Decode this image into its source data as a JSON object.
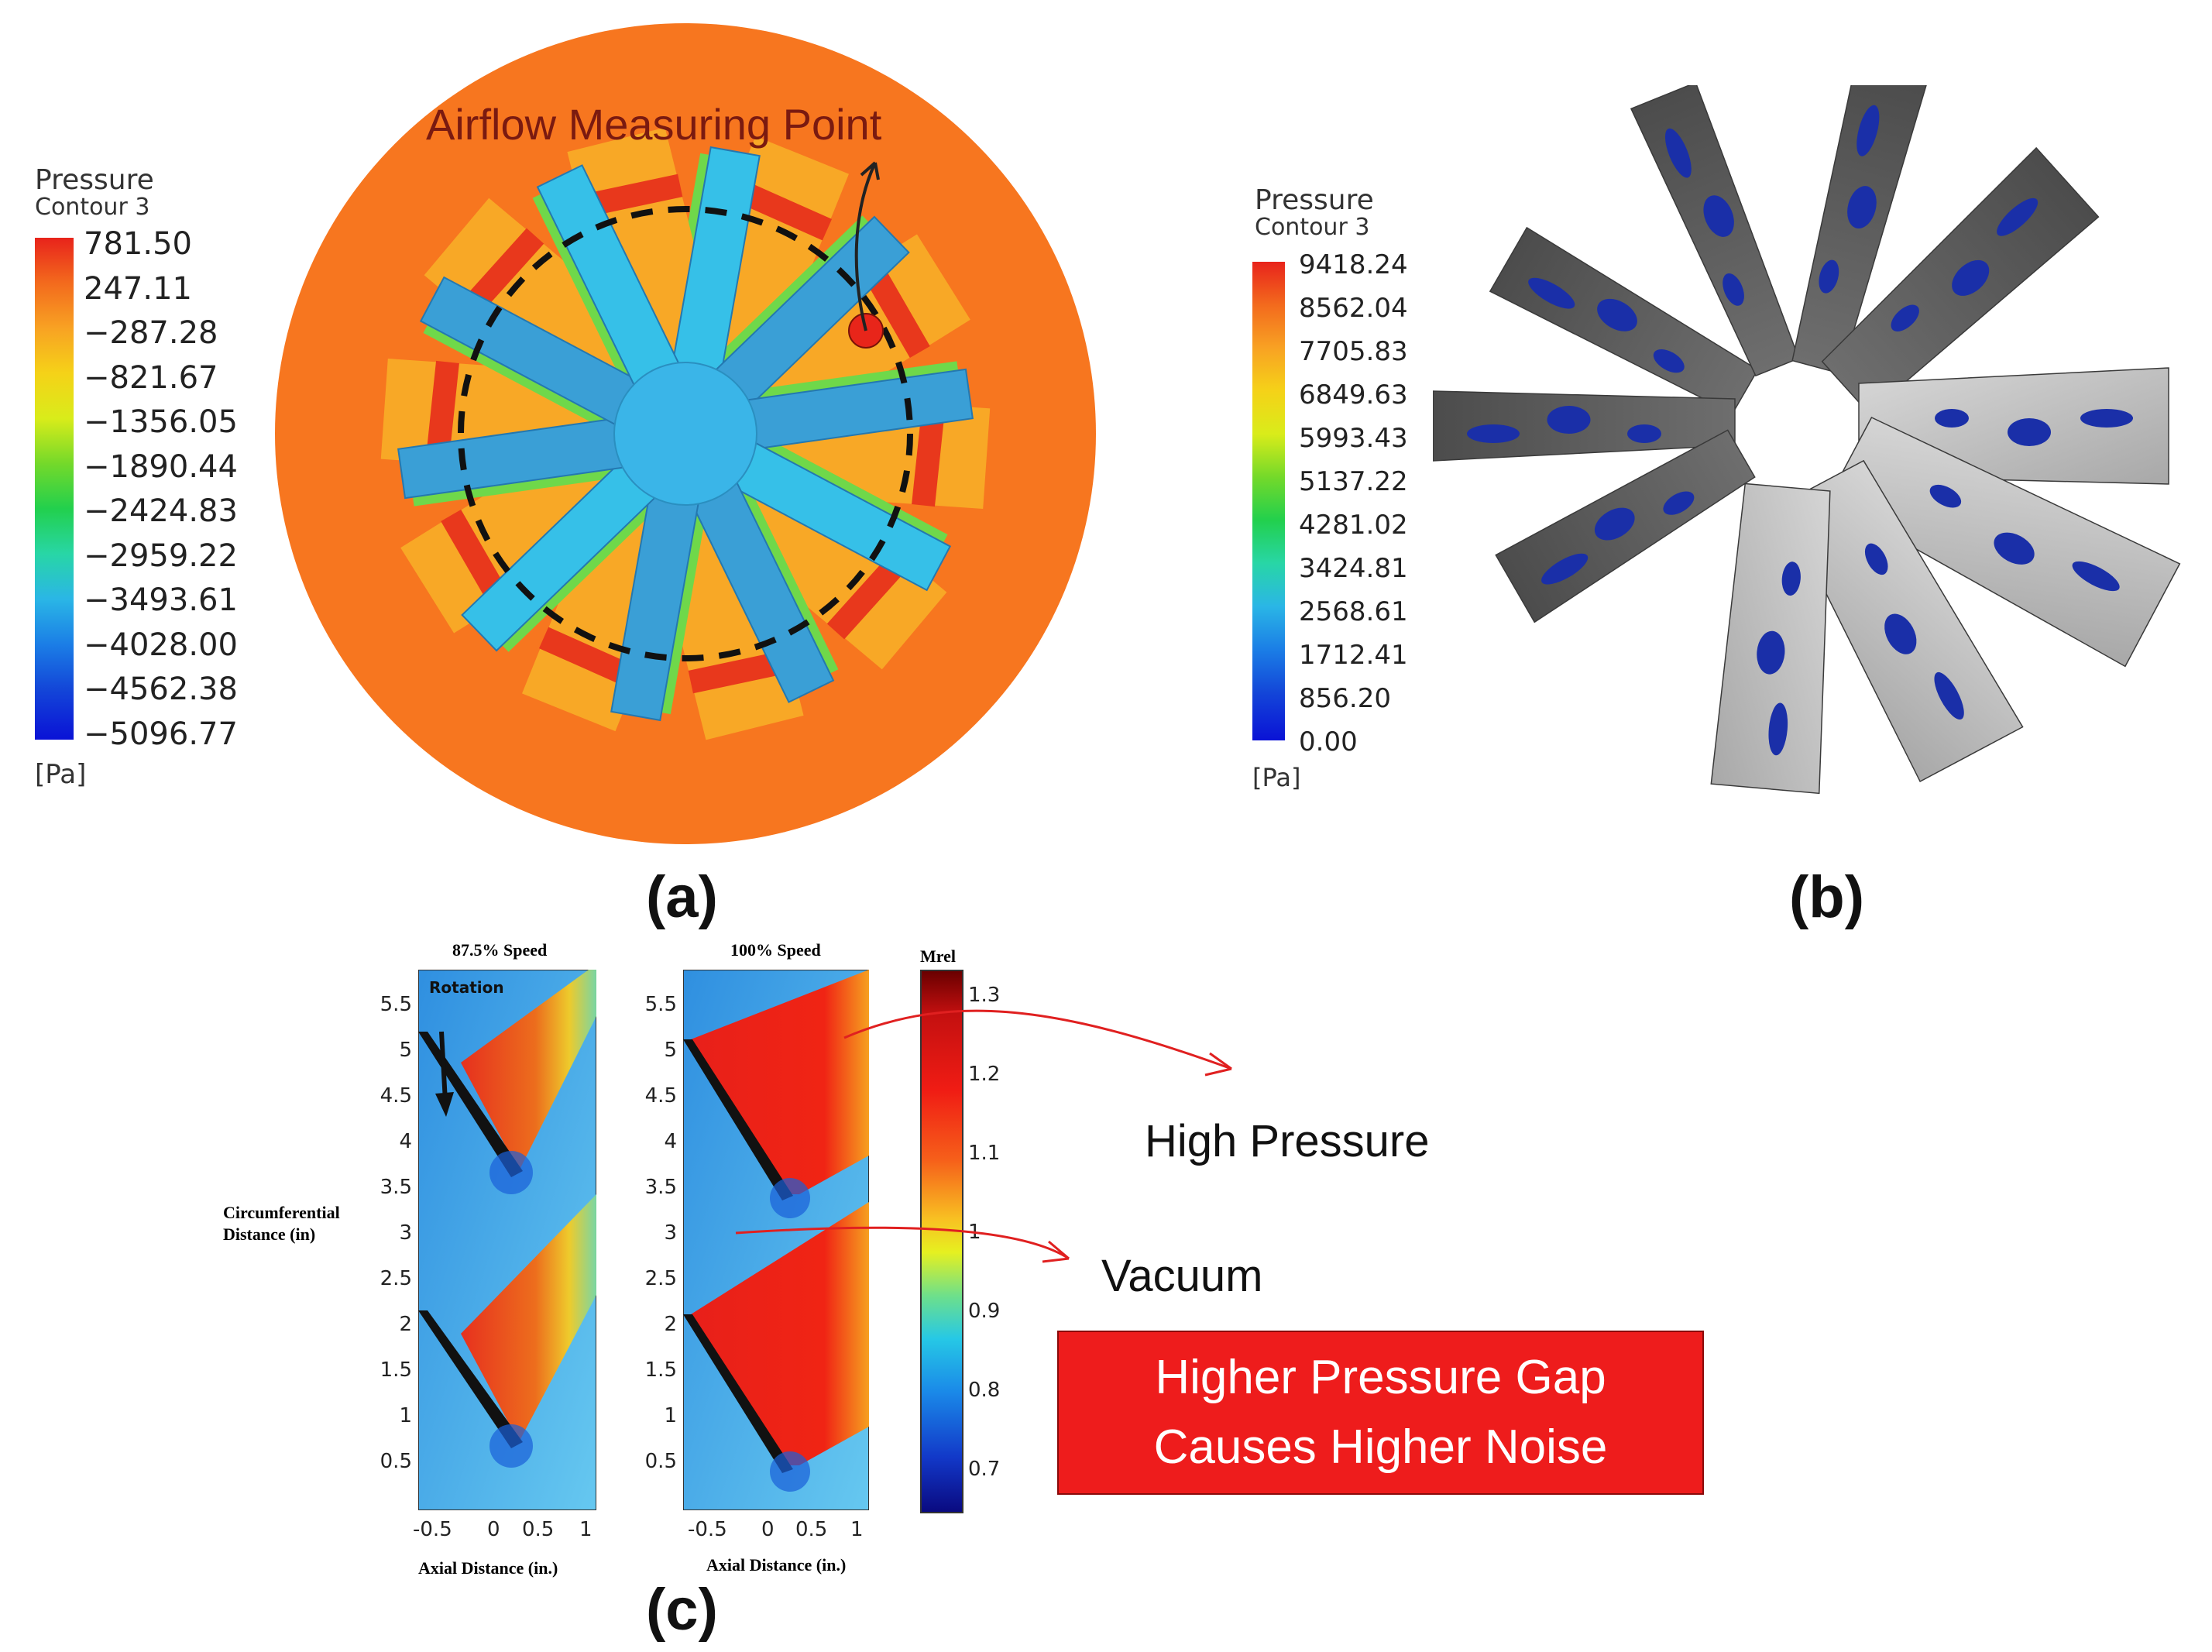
{
  "panel_a": {
    "label": "(a)",
    "annotation": "Airflow Measuring Point",
    "legend": {
      "title": "Pressure",
      "subtitle": "Contour 3",
      "unit": "[Pa]",
      "ticks": [
        "781.50",
        "247.11",
        "−287.28",
        "−821.67",
        "−1356.05",
        "−1890.44",
        "−2424.83",
        "−2959.22",
        "−3493.61",
        "−4028.00",
        "−4562.38",
        "−5096.77"
      ]
    },
    "colors": {
      "background_disk": "#f7761f",
      "blade": "#3aa6db",
      "hub": "#3ab5e8",
      "marker": "#e8251a"
    }
  },
  "panel_b": {
    "label": "(b)",
    "legend": {
      "title": "Pressure",
      "subtitle": "Contour 3",
      "unit": "[Pa]",
      "ticks": [
        "9418.24",
        "8562.04",
        "7705.83",
        "6849.63",
        "5993.43",
        "5137.22",
        "4281.02",
        "3424.81",
        "2568.61",
        "1712.41",
        "856.20",
        "0.00"
      ]
    },
    "colors": {
      "blade_dark": "#5b5b5b",
      "blade_light": "#b9b9b9",
      "spot": "#1a2fa8"
    }
  },
  "panel_c": {
    "label": "(c)",
    "plot_left_title": "87.5% Speed",
    "plot_right_title": "100% Speed",
    "rotation_label": "Rotation",
    "ylabel_line1": "Circumferential",
    "ylabel_line2": "Distance (in)",
    "xlabel": "Axial Distance (in.)",
    "y_ticks": [
      "5.5",
      "5",
      "4.5",
      "4",
      "3.5",
      "3",
      "2.5",
      "2",
      "1.5",
      "1",
      "0.5"
    ],
    "x_ticks": [
      "-0.5",
      "0",
      "0.5",
      "1"
    ],
    "colorbar": {
      "title": "Mrel",
      "ticks": [
        "1.3",
        "1.2",
        "1.1",
        "1",
        "0.9",
        "0.8",
        "0.7"
      ]
    },
    "callout_high": "High Pressure",
    "callout_vacuum": "Vacuum",
    "box_line1": "Higher Pressure Gap",
    "box_line2": "Causes Higher Noise",
    "colors": {
      "box": "#ee1c1c",
      "box_text": "#ffffff",
      "arrow": "#e02020"
    }
  }
}
